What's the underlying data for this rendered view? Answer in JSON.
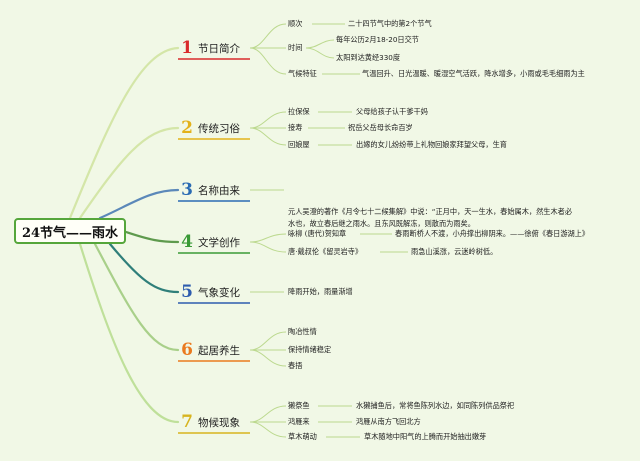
{
  "root": {
    "label": "24节气——雨水"
  },
  "colors": {
    "root_border": "#55a63b",
    "topic1": "#d92b2b",
    "topic2": "#e3b21a",
    "topic3": "#2a6bb3",
    "topic4": "#3a9a36",
    "topic5": "#2d5cae",
    "topic6": "#ea7a1f",
    "topic7": "#d7b41f"
  },
  "topics": [
    {
      "num": "1",
      "label": "节日简介",
      "items": [
        {
          "key": "顺次",
          "values": [
            "二十四节气中的第2个节气"
          ]
        },
        {
          "key": "时间",
          "values": [
            "每年公历2月18-20日交节",
            "太阳到达黄经330度"
          ]
        },
        {
          "key": "气候特征",
          "values": [
            "气温回升、日光温暖、暖湿空气活跃，降水增多，小雨或毛毛细雨为主"
          ]
        }
      ]
    },
    {
      "num": "2",
      "label": "传统习俗",
      "items": [
        {
          "key": "拉保保",
          "values": [
            "父母给孩子认干爹干妈"
          ]
        },
        {
          "key": "接寿",
          "values": [
            "祝岳父岳母长命百岁"
          ]
        },
        {
          "key": "回娘屋",
          "values": [
            "出嫁的女儿纷纷带上礼物回娘家拜望父母，生育"
          ]
        }
      ]
    },
    {
      "num": "3",
      "label": "名称由来",
      "items": [
        {
          "key": "",
          "values": [
            "元人吴澄的著作《月令七十二候集解》中说：“正月中，天一生水，春始属木，然生木者必水也，故立春后继之雨水。且东风既解冻，则散而为雨矣。"
          ]
        }
      ]
    },
    {
      "num": "4",
      "label": "文学创作",
      "items": [
        {
          "key": "咏柳 (唐代)贺知章",
          "values": [
            "春雨断桥人不渡，小舟撑出柳阴来。——徐俯《春日游湖上》"
          ]
        },
        {
          "key": "唐·戴叔伦《留灵岩寺》",
          "values": [
            "雨急山溪涨，云迷岭树低。"
          ]
        }
      ]
    },
    {
      "num": "5",
      "label": "气象变化",
      "items": [
        {
          "key": "降雨开始，雨量渐增",
          "values": []
        }
      ]
    },
    {
      "num": "6",
      "label": "起居养生",
      "items": [
        {
          "key": "陶冶性情",
          "values": []
        },
        {
          "key": "保持情绪稳定",
          "values": []
        },
        {
          "key": "春捂",
          "values": []
        }
      ]
    },
    {
      "num": "7",
      "label": "物候现象",
      "items": [
        {
          "key": "獭祭鱼",
          "values": [
            "水獭捕鱼后，常将鱼陈列水边，如同陈列供品祭祀"
          ]
        },
        {
          "key": "鸿雁来",
          "values": [
            "鸿雁从南方飞回北方"
          ]
        },
        {
          "key": "草木萌动",
          "values": [
            "草木随地中阳气的上腾而开始抽出嫩芽"
          ]
        }
      ]
    }
  ]
}
